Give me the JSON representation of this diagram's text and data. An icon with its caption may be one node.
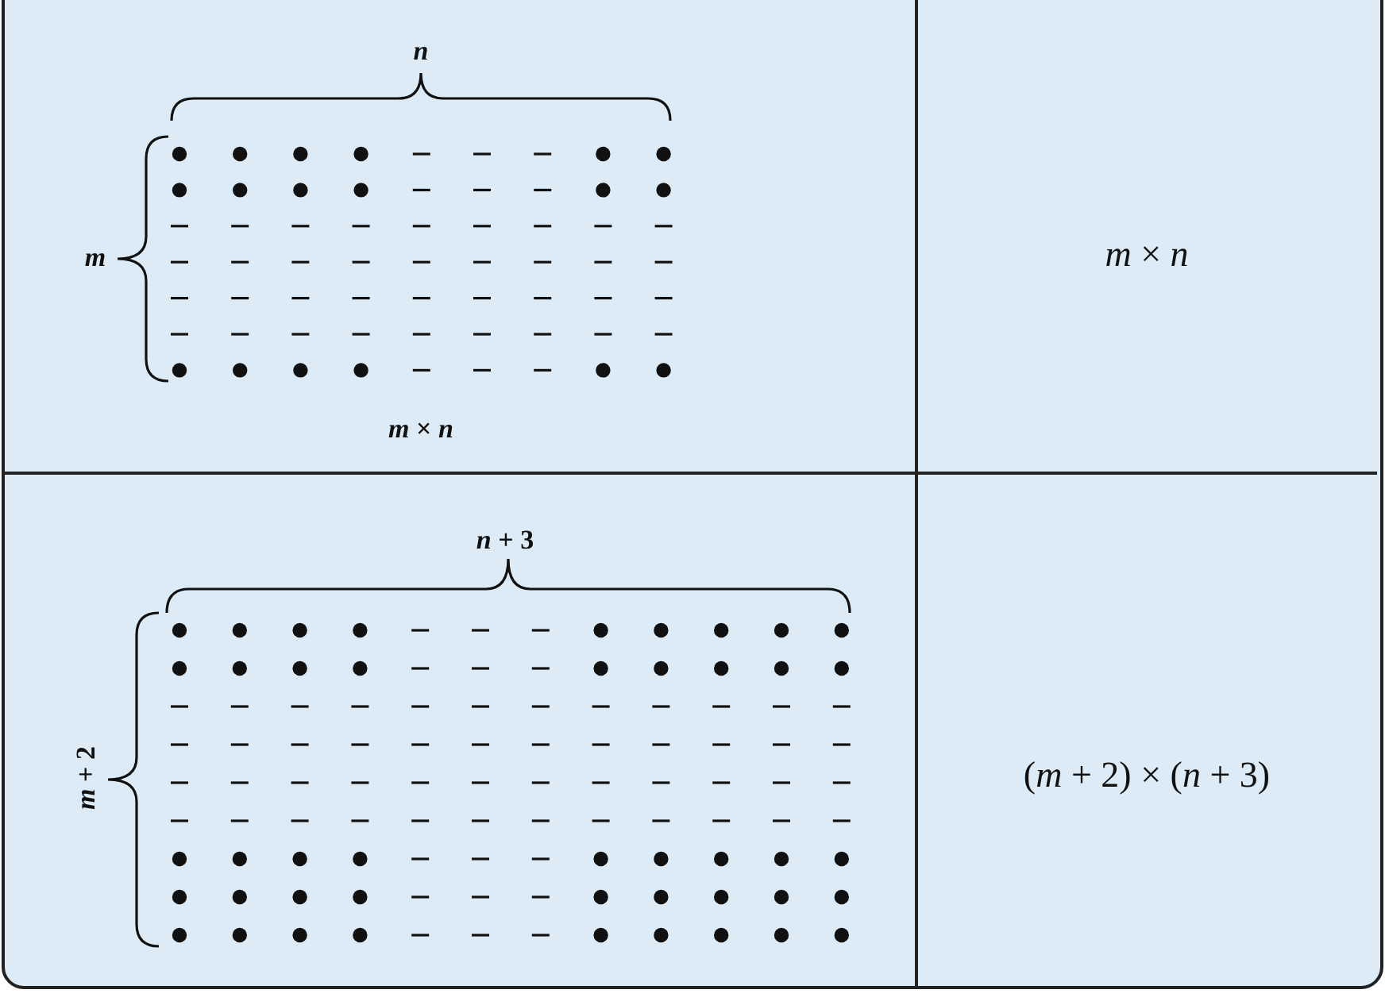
{
  "diagram": {
    "labels": [
      "*n*",
      "*m*",
      "*m* × *n*",
      "*m* × *n*",
      "*n* + 3",
      "*m* + 2",
      "(*m* + 2) × (*n* + 3)"
    ]
  }
}
